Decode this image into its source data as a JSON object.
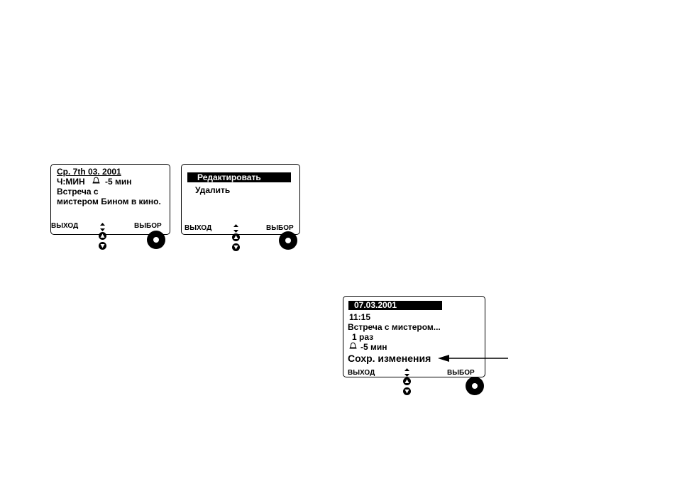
{
  "screen1": {
    "date": "Ср. 7th 03. 2001",
    "time_label": "Ч:МИН",
    "reminder": "-5 мин",
    "line1": "Встреча с",
    "line2": "мистером Бином в кино.",
    "soft_left": "ВЫХОД",
    "soft_right": "ВЫБОР"
  },
  "screen2": {
    "menu_items": [
      "Редактировать",
      "Удалить"
    ],
    "selected_index": 0,
    "soft_left": "ВЫХОД",
    "soft_right": "ВЫБОР"
  },
  "screen3": {
    "date": "07.03.2001",
    "time": "11:15",
    "subject": "Встреча с мистером...",
    "repeat": "1 раз",
    "reminder": "-5 мин",
    "save": "Сохр. изменения",
    "soft_left": "ВЫХОД",
    "soft_right": "ВЫБОР"
  },
  "icons": {
    "alarm": "bell-icon",
    "scroll": "up-down-arrows-icon",
    "nav_up": "up-button-icon",
    "nav_down": "down-button-icon",
    "select": "joystick-button-icon"
  }
}
